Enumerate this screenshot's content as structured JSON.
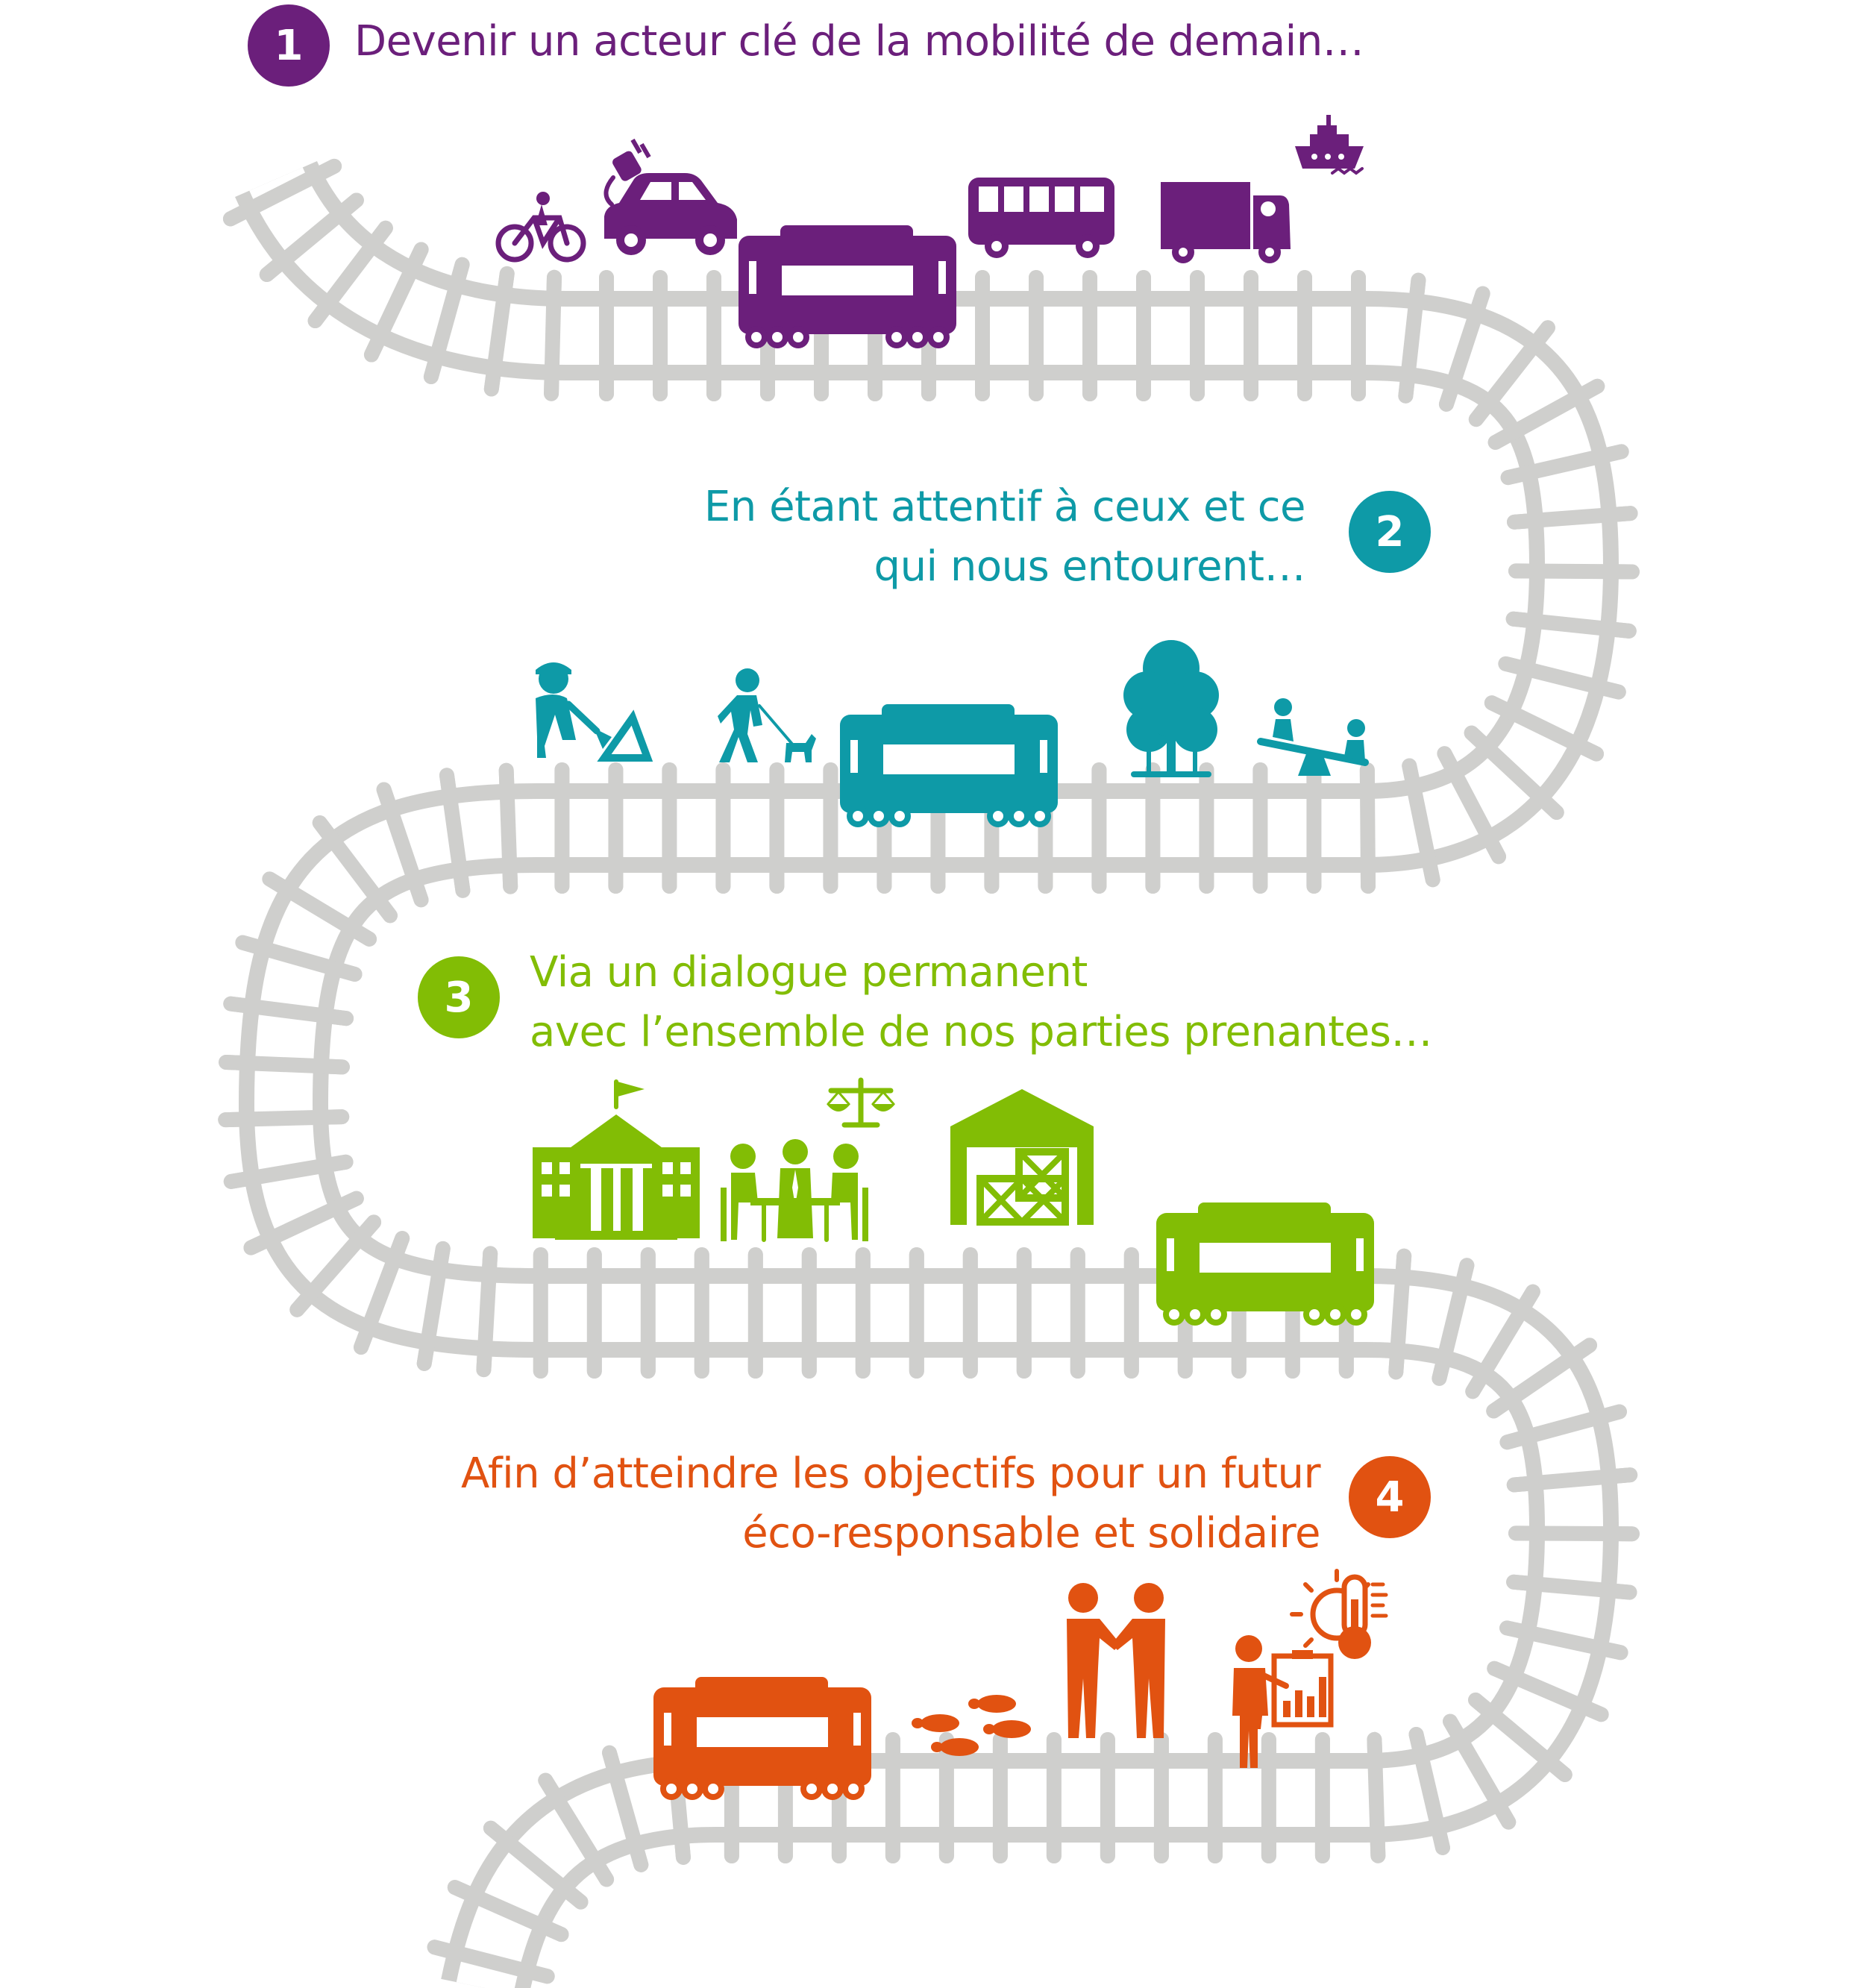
{
  "colors": {
    "track": "#cfcfcd",
    "step1": "#6b1f7b",
    "step2": "#0e9aa7",
    "step3": "#82bd05",
    "step4": "#e15211"
  },
  "steps": [
    {
      "number": "1",
      "lines": [
        "Devenir un acteur clé de la mobilité de demain…"
      ],
      "icons": [
        "bicycle-icon",
        "electric-car-icon",
        "tram-icon",
        "bus-icon",
        "truck-icon",
        "ship-icon"
      ]
    },
    {
      "number": "2",
      "lines": [
        "En étant attentif à ceux et ce",
        "qui nous entourent…"
      ],
      "icons": [
        "worker-shovel-icon",
        "person-walking-dog-icon",
        "tram-icon",
        "tree-icon",
        "seesaw-icon"
      ]
    },
    {
      "number": "3",
      "lines": [
        "Via un dialogue permanent",
        "avec l’ensemble de nos parties prenantes…"
      ],
      "icons": [
        "city-hall-icon",
        "scales-of-justice-icon",
        "meeting-table-icon",
        "warehouse-icon",
        "tram-icon"
      ]
    },
    {
      "number": "4",
      "lines": [
        "Afin d’atteindre les objectifs pour un futur",
        "éco-responsable et solidaire"
      ],
      "icons": [
        "tram-icon",
        "footprints-icon",
        "handshake-icon",
        "presenter-chart-icon",
        "climate-thermometer-icon"
      ]
    }
  ]
}
